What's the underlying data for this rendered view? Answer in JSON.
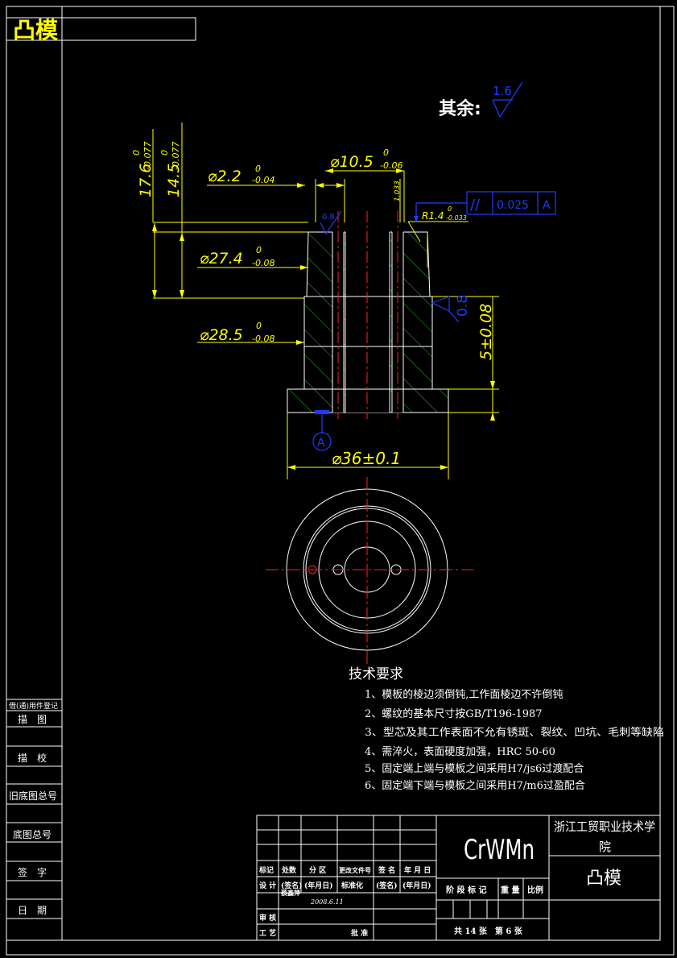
{
  "header": {
    "title": "凸模"
  },
  "surface_note": {
    "label": "其余:",
    "roughness": "1.6"
  },
  "dimensions": {
    "h1_base": "17.6",
    "h1_tol_up": "0",
    "h1_tol_low": "-0.077",
    "h2_base": "14.5",
    "h2_tol_up": "0",
    "h2_tol_low": "-0.077",
    "d1_base": "⌀2.2",
    "d1_tol_up": "0",
    "d1_tol_low": "-0.04",
    "d2_base": "⌀10.5",
    "d2_tol_up": "0",
    "d2_tol_low": "-0.06",
    "d3_base": "⌀27.4",
    "d3_tol_up": "0",
    "d3_tol_low": "-0.08",
    "d4_base": "⌀28.5",
    "d4_tol_up": "0",
    "d4_tol_low": "-0.08",
    "d5": "⌀36±0.1",
    "h3": "5±0.08",
    "r1_base": "R1.4",
    "r1_tol_up": "0",
    "r1_tol_low": "-0.033",
    "small_dim": "1.033",
    "top_roughness": "0.8",
    "side_roughness": "0.8"
  },
  "tolerance_frame": {
    "symbol": "//",
    "value": "0.025",
    "datum": "A"
  },
  "datum_label": "A",
  "requirements": {
    "title": "技术要求",
    "items": [
      "1、模板的棱边须倒钝,工作面棱边不许倒钝",
      "2、螺纹的基本尺寸按GB/T196-1987",
      "3、型芯及其工作表面不允有锈斑、裂纹、凹坑、毛刺等缺陷",
      "4、需淬火，表面硬度加强，HRC 50-60",
      "5、固定端上端与模板之间采用H7/js6过渡配合",
      "6、固定端下端与模板之间采用H7/m6过盈配合"
    ]
  },
  "left_column": {
    "items": [
      "借(通)用件登记",
      "描　图",
      "描　校",
      "旧底图总号",
      "底图总号",
      "签　字",
      "日　期"
    ]
  },
  "title_block": {
    "material": "CrWMn",
    "school": "浙江工贸职业技术学院",
    "part_name": "凸模",
    "row_labels": [
      "标记",
      "处数",
      "分 区",
      "更改文件号",
      "签 名",
      "年 月 日"
    ],
    "design": "设 计",
    "design_sign": "(签名)",
    "design_date": "(年月日)",
    "standard": "标准化",
    "standard_sign": "(签名)",
    "standard_date": "(年月日)",
    "designer": "蔡鑫萍",
    "date": "2008.6.11",
    "audit": "审 核",
    "process": "工 艺",
    "approve": "批 准",
    "stage_mark": "阶 段 标 记",
    "weight": "重 量",
    "scale": "比例",
    "sheets": "共 14 张　第 6 张"
  }
}
